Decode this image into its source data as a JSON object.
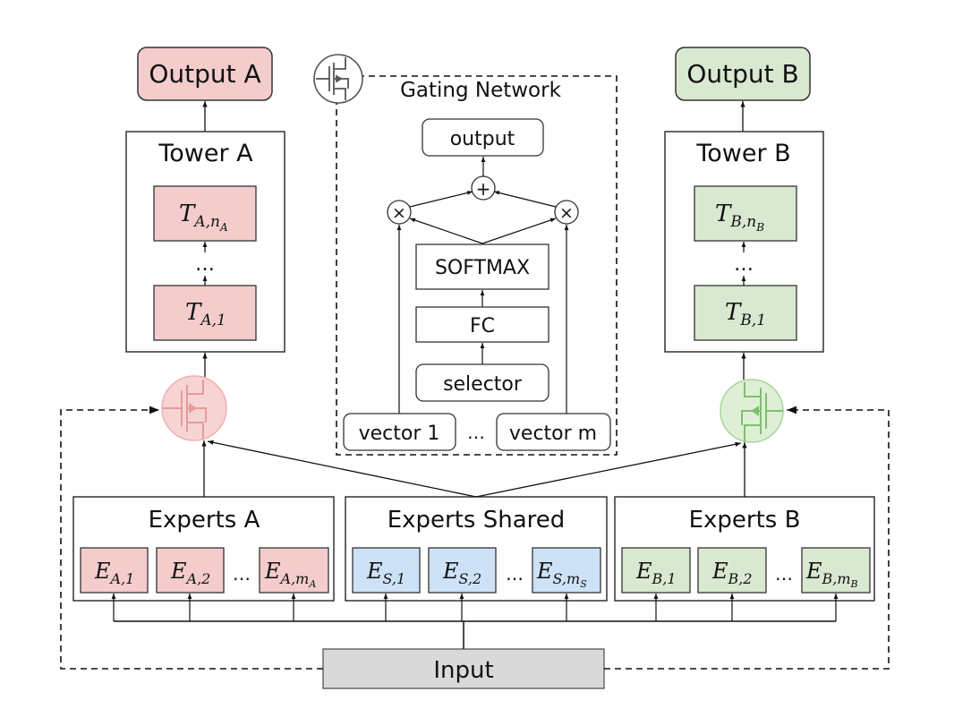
{
  "outputs": {
    "a": "Output A",
    "b": "Output B"
  },
  "towers": {
    "a": {
      "title": "Tower A",
      "top_base": "T",
      "top_sub": "A,n",
      "top_subsub": "A",
      "ellipsis": "…",
      "bottom_base": "T",
      "bottom_sub": "A,1"
    },
    "b": {
      "title": "Tower B",
      "top_base": "T",
      "top_sub": "B,n",
      "top_subsub": "B",
      "ellipsis": "…",
      "bottom_base": "T",
      "bottom_sub": "B,1"
    }
  },
  "gating": {
    "title": "Gating Network",
    "output": "output",
    "plus": "+",
    "times": "×",
    "softmax": "SOFTMAX",
    "fc": "FC",
    "selector": "selector",
    "vector_first": "vector 1",
    "vector_ellipsis": "…",
    "vector_last": "vector m"
  },
  "experts": {
    "a": {
      "title": "Experts A",
      "e1_sub": "A,1",
      "e2_sub": "A,2",
      "ellipsis": "…",
      "em_sub": "A,m",
      "em_subsub": "A"
    },
    "shared": {
      "title": "Experts Shared",
      "e1_sub": "S,1",
      "e2_sub": "S,2",
      "ellipsis": "…",
      "em_sub": "S,m",
      "em_subsub": "S"
    },
    "b": {
      "title": "Experts B",
      "e1_sub": "B,1",
      "e2_sub": "B,2",
      "ellipsis": "…",
      "em_sub": "B,m",
      "em_subsub": "B"
    },
    "base": "E"
  },
  "input": "Input",
  "colors": {
    "red_fill": "#f4cccc",
    "green_fill": "#d9e8d0",
    "blue_fill": "#cde2f7",
    "input_fill": "#d9d9d9"
  }
}
